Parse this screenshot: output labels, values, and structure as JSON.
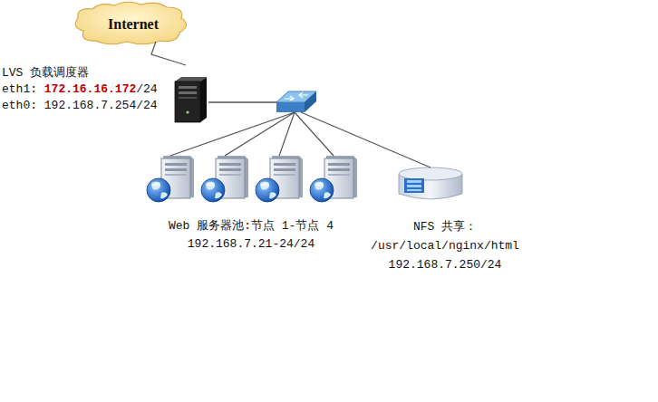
{
  "diagram": {
    "nodes": [
      {
        "text": [
          "Internet"
        ]
      },
      {
        "text": [
          "LVS 负载调度器",
          "eth1:",
          "172.16.16.172",
          "/24",
          "eth0: 192.168.7.254/24"
        ]
      },
      {
        "text": [
          "Web 服务器池:节点 1-节点 4 192.168.7.21-24/24"
        ]
      },
      {
        "text": [
          "NFS 共享： /usr/local/nginx/html 192.168.7.250/24"
        ]
      }
    ],
    "edges": [
      {
        "from": 0,
        "to": 1,
        "arrow": "none"
      },
      {
        "from": 1,
        "to": 2,
        "arrow": "none"
      },
      {
        "from": 1,
        "to": 3,
        "arrow": "none"
      }
    ]
  }
}
